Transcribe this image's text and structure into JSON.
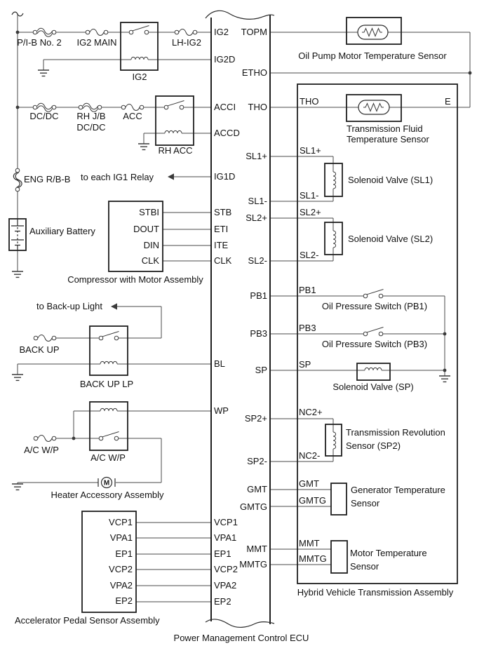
{
  "ecu": {
    "label": "Power Management Control ECU",
    "pins_left": [
      "IG2",
      "IG2D",
      "ACCI",
      "ACCD",
      "IG1D",
      "STB",
      "ETI",
      "ITE",
      "CLK",
      "BL",
      "WP",
      "VCP1",
      "VPA1",
      "EP1",
      "VCP2",
      "VPA2",
      "EP2"
    ],
    "pins_right": [
      "TOPM",
      "ETHO",
      "THO",
      "SL1+",
      "SL1-",
      "SL2+",
      "SL2-",
      "PB1",
      "PB3",
      "SP",
      "SP2+",
      "SP2-",
      "GMT",
      "GMTG",
      "MMT",
      "MMTG"
    ]
  },
  "left": {
    "fuse_pib": "P/I-B No. 2",
    "fuse_ig2main": "IG2 MAIN",
    "fuse_lhig2": "LH-IG2",
    "relay_ig2": "IG2",
    "fuse_dcdc": "DC/DC",
    "fuse_rhjb1": "RH J/B",
    "fuse_rhjb2": "DC/DC",
    "fuse_acc": "ACC",
    "relay_rhacc": "RH ACC",
    "link_engrbb": "ENG R/B-B",
    "note_ig1": "to each IG1 Relay",
    "battery": "Auxiliary Battery",
    "compressor": {
      "label": "Compressor with Motor Assembly",
      "pins": [
        "STBI",
        "DOUT",
        "DIN",
        "CLK"
      ]
    },
    "note_backup": "to Back-up Light",
    "fuse_backup": "BACK UP",
    "relay_backuplp": "BACK UP LP",
    "fuse_acwp": "A/C W/P",
    "relay_acwp": "A/C W/P",
    "motor_m": "M",
    "heater": "Heater Accessory Assembly",
    "accel": {
      "label": "Accelerator Pedal Sensor Assembly",
      "pins": [
        "VCP1",
        "VPA1",
        "EP1",
        "VCP2",
        "VPA2",
        "EP2"
      ]
    }
  },
  "right": {
    "assembly": "Hybrid Vehicle Transmission Assembly",
    "oil_pump_sensor": "Oil Pump Motor Temperature Sensor",
    "fluid_sensor_1": "Transmission Fluid",
    "fluid_sensor_2": "Temperature Sensor",
    "term_tho": "THO",
    "term_e": "E",
    "term_sl1p": "SL1+",
    "term_sl1m": "SL1-",
    "valve_sl1": "Solenoid Valve (SL1)",
    "term_sl2p": "SL2+",
    "term_sl2m": "SL2-",
    "valve_sl2": "Solenoid Valve (SL2)",
    "term_pb1": "PB1",
    "switch_pb1": "Oil Pressure Switch (PB1)",
    "term_pb3": "PB3",
    "switch_pb3": "Oil Pressure Switch (PB3)",
    "term_sp": "SP",
    "valve_sp": "Solenoid Valve (SP)",
    "term_nc2p": "NC2+",
    "term_nc2m": "NC2-",
    "rev_sensor_1": "Transmission Revolution",
    "rev_sensor_2": "Sensor (SP2)",
    "term_gmt": "GMT",
    "term_gmtg": "GMTG",
    "gen_sensor_1": "Generator Temperature",
    "gen_sensor_2": "Sensor",
    "term_mmt": "MMT",
    "term_mmtg": "MMTG",
    "motor_sensor_1": "Motor Temperature",
    "motor_sensor_2": "Sensor"
  },
  "colors": {
    "wire": "#4a4a4a",
    "line": "#1f1f1f",
    "text": "#111111",
    "background": "#ffffff"
  }
}
